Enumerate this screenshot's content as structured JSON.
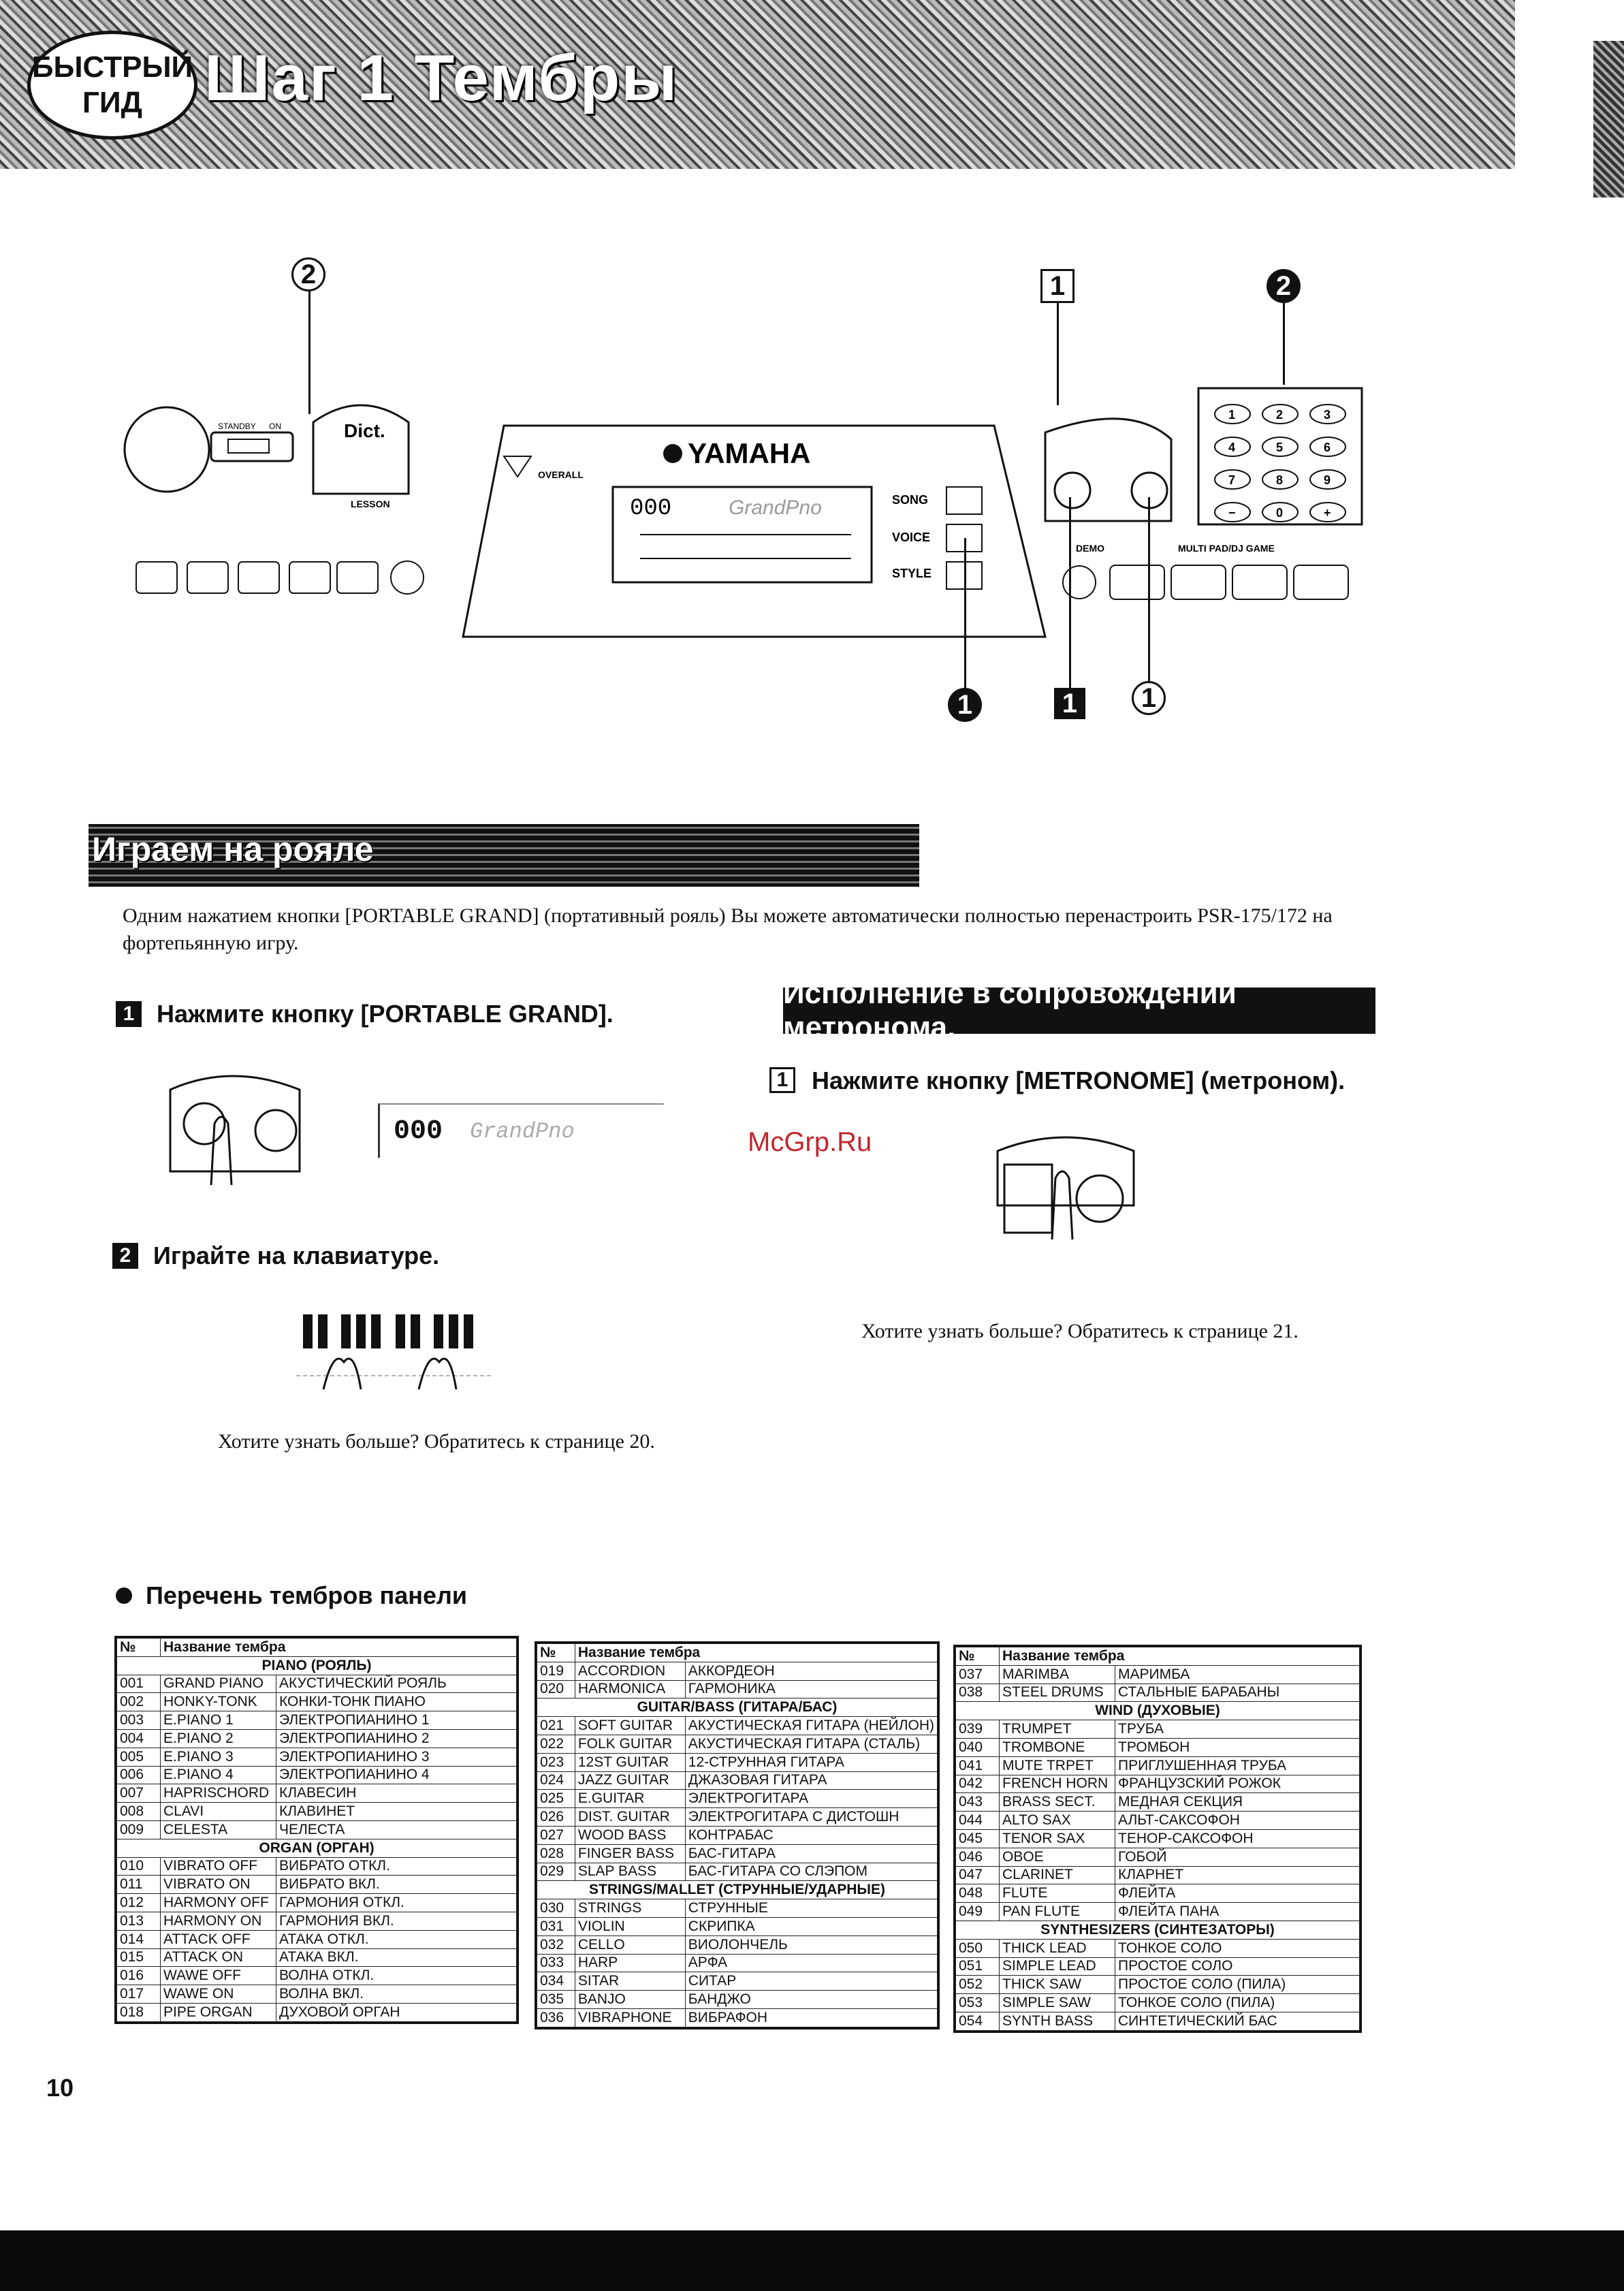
{
  "header": {
    "badge_line1": "БЫСТРЫЙ",
    "badge_line2": "ГИД",
    "title": "Шаг 1 Тембры"
  },
  "panel": {
    "brand": "YAMAHA",
    "display_voice_number": "000",
    "display_voice_name": "GrandPno",
    "buttons": {
      "song": "SONG",
      "voice": "VOICE",
      "style": "STYLE",
      "demo": "DEMO",
      "standby": "STANDBY",
      "on": "ON",
      "dict": "Dict.",
      "lesson": "LESSON",
      "multipad": "MULTI PAD/DJ GAME",
      "overall": "OVERALL"
    },
    "keypad": [
      "1",
      "2",
      "3",
      "4",
      "5",
      "6",
      "7",
      "8",
      "9",
      "−",
      "0",
      "+"
    ],
    "callouts": {
      "left_top": "2",
      "metro_box": "1",
      "keypad_fill": "2",
      "voice_fill": "1",
      "grand_fillbox": "1",
      "metro_circle": "1"
    }
  },
  "section_play": {
    "title": "Играем на рояле",
    "intro": "Одним нажатием кнопки [PORTABLE GRAND] (портативный рояль) Вы можете автоматически полностью перенастроить PSR-175/172  на фортепьянную игру.",
    "step1_num": "1",
    "step1": "Нажмите кнопку [PORTABLE GRAND].",
    "display_number": "000",
    "display_name": "GrandPno",
    "step2_num": "2",
    "step2": "Играйте на клавиатуре.",
    "more": "Хотите узнать больше? Обратитесь к странице 20."
  },
  "section_metro": {
    "title": "Исполнение в сопровождении метронома.",
    "step1_num": "1",
    "step1": "Нажмите кнопку [METRONOME] (метроном).",
    "more": "Хотите узнать больше? Обратитесь к странице 21."
  },
  "watermark": "McGrp.Ru",
  "voice_list": {
    "title": "Перечень тембров панели",
    "col_no": "№",
    "col_name": "Название тембра",
    "tables": [
      [
        {
          "cat": "PIANO (РОЯЛЬ)"
        },
        {
          "no": "001",
          "en": "GRAND PIANO",
          "ru": "АКУСТИЧЕСКИЙ РОЯЛЬ"
        },
        {
          "no": "002",
          "en": "HONKY-TONK",
          "ru": "КОНКИ-ТОНК ПИАНО"
        },
        {
          "no": "003",
          "en": "E.PIANO 1",
          "ru": "ЭЛЕКТРОПИАНИНО 1"
        },
        {
          "no": "004",
          "en": "E.PIANO 2",
          "ru": "ЭЛЕКТРОПИАНИНО 2"
        },
        {
          "no": "005",
          "en": "E.PIANO 3",
          "ru": "ЭЛЕКТРОПИАНИНО 3"
        },
        {
          "no": "006",
          "en": "E.PIANO 4",
          "ru": "ЭЛЕКТРОПИАНИНО 4"
        },
        {
          "no": "007",
          "en": "HAPRISCHORD",
          "ru": "КЛАВЕСИН"
        },
        {
          "no": "008",
          "en": "CLAVI",
          "ru": "КЛАВИНЕТ"
        },
        {
          "no": "009",
          "en": "CELESTA",
          "ru": "ЧЕЛЕСТА"
        },
        {
          "cat": "ORGAN (ОРГАН)"
        },
        {
          "no": "010",
          "en": "VIBRATO OFF",
          "ru": "ВИБРАТО ОТКЛ."
        },
        {
          "no": "011",
          "en": "VIBRATO ON",
          "ru": "ВИБРАТО ВКЛ."
        },
        {
          "no": "012",
          "en": "HARMONY OFF",
          "ru": "ГАРМОНИЯ ОТКЛ."
        },
        {
          "no": "013",
          "en": "HARMONY ON",
          "ru": "ГАРМОНИЯ ВКЛ."
        },
        {
          "no": "014",
          "en": "ATTACK OFF",
          "ru": "АТАКА ОТКЛ."
        },
        {
          "no": "015",
          "en": "ATTACK ON",
          "ru": "АТАКА ВКЛ."
        },
        {
          "no": "016",
          "en": "WAWE OFF",
          "ru": "ВОЛНА ОТКЛ."
        },
        {
          "no": "017",
          "en": "WAWE ON",
          "ru": "ВОЛНА ВКЛ."
        },
        {
          "no": "018",
          "en": "PIPE ORGAN",
          "ru": "ДУХОВОЙ ОРГАН"
        }
      ],
      [
        {
          "no": "019",
          "en": "ACCORDION",
          "ru": "АККОРДЕОН"
        },
        {
          "no": "020",
          "en": "HARMONICA",
          "ru": "ГАРМОНИКА"
        },
        {
          "cat": "GUITAR/BASS (ГИТАРА/БАС)"
        },
        {
          "no": "021",
          "en": "SOFT GUITAR",
          "ru": "АКУСТИЧЕСКАЯ ГИТАРА (НЕЙЛОН)"
        },
        {
          "no": "022",
          "en": "FOLK GUITAR",
          "ru": "АКУСТИЧЕСКАЯ ГИТАРА (СТАЛЬ)"
        },
        {
          "no": "023",
          "en": "12ST GUITAR",
          "ru": "12-СТРУННАЯ ГИТАРА"
        },
        {
          "no": "024",
          "en": "JAZZ GUITAR",
          "ru": "ДЖАЗОВАЯ ГИТАРА"
        },
        {
          "no": "025",
          "en": "E.GUITAR",
          "ru": "ЭЛЕКТРОГИТАРА"
        },
        {
          "no": "026",
          "en": "DIST. GUITAR",
          "ru": "ЭЛЕКТРОГИТАРА С ДИСТОШН"
        },
        {
          "no": "027",
          "en": "WOOD BASS",
          "ru": "КОНТРАБАС"
        },
        {
          "no": "028",
          "en": "FINGER BASS",
          "ru": "БАС-ГИТАРА"
        },
        {
          "no": "029",
          "en": "SLAP BASS",
          "ru": "БАС-ГИТАРА СО СЛЭПОМ"
        },
        {
          "cat": "STRINGS/MALLET (СТРУННЫЕ/УДАРНЫЕ)"
        },
        {
          "no": "030",
          "en": "STRINGS",
          "ru": "СТРУННЫЕ"
        },
        {
          "no": "031",
          "en": "VIOLIN",
          "ru": "СКРИПКА"
        },
        {
          "no": "032",
          "en": "CELLO",
          "ru": "ВИОЛОНЧЕЛЬ"
        },
        {
          "no": "033",
          "en": "HARP",
          "ru": "АРФА"
        },
        {
          "no": "034",
          "en": "SITAR",
          "ru": "СИТАР"
        },
        {
          "no": "035",
          "en": "BANJO",
          "ru": "БАНДЖО"
        },
        {
          "no": "036",
          "en": "VIBRAPHONE",
          "ru": "ВИБРАФОН"
        }
      ],
      [
        {
          "no": "037",
          "en": "MARIMBA",
          "ru": "МАРИМБА"
        },
        {
          "no": "038",
          "en": "STEEL DRUMS",
          "ru": "СТАЛЬНЫЕ БАРАБАНЫ"
        },
        {
          "cat": "WIND (ДУХОВЫЕ)"
        },
        {
          "no": "039",
          "en": "TRUMPET",
          "ru": "ТРУБА"
        },
        {
          "no": "040",
          "en": "TROMBONE",
          "ru": "ТРОМБОН"
        },
        {
          "no": "041",
          "en": "MUTE TRPET",
          "ru": "ПРИГЛУШЕННАЯ ТРУБА"
        },
        {
          "no": "042",
          "en": "FRENCH HORN",
          "ru": "ФРАНЦУЗСКИЙ РОЖОК"
        },
        {
          "no": "043",
          "en": "BRASS SECT.",
          "ru": "МЕДНАЯ СЕКЦИЯ"
        },
        {
          "no": "044",
          "en": "ALTO SAX",
          "ru": "АЛЬТ-САКСОФОН"
        },
        {
          "no": "045",
          "en": "TENOR SAX",
          "ru": "ТЕНОР-САКСОФОН"
        },
        {
          "no": "046",
          "en": "OBOE",
          "ru": "ГОБОЙ"
        },
        {
          "no": "047",
          "en": "CLARINET",
          "ru": "КЛАРНЕТ"
        },
        {
          "no": "048",
          "en": "FLUTE",
          "ru": "ФЛЕЙТА"
        },
        {
          "no": "049",
          "en": "PAN FLUTE",
          "ru": "ФЛЕЙТА ПАНА"
        },
        {
          "cat": "SYNTHESIZERS (СИНТЕЗАТОРЫ)"
        },
        {
          "no": "050",
          "en": "THICK LEAD",
          "ru": "ТОНКОЕ СОЛО"
        },
        {
          "no": "051",
          "en": "SIMPLE LEAD",
          "ru": "ПРОСТОЕ СОЛО"
        },
        {
          "no": "052",
          "en": "THICK SAW",
          "ru": "ПРОСТОЕ СОЛО (ПИЛА)"
        },
        {
          "no": "053",
          "en": "SIMPLE SAW",
          "ru": "ТОНКОЕ СОЛО (ПИЛА)"
        },
        {
          "no": "054",
          "en": "SYNTH BASS",
          "ru": "СИНТЕТИЧЕСКИЙ БАС"
        }
      ]
    ]
  },
  "page_number": "10"
}
